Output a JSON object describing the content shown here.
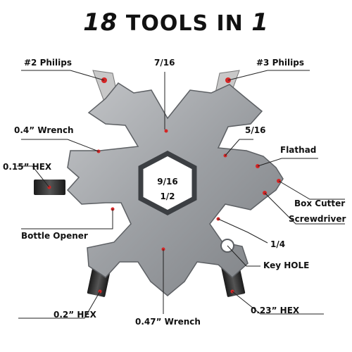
{
  "title": {
    "count": "18",
    "text": "TOOLS IN",
    "one": "1"
  },
  "colors": {
    "steel": "#9c9fa3",
    "steel_dark": "#6e7175",
    "bit_red": "#d42525",
    "hex_black": "#333333",
    "line": "#222222"
  },
  "center": {
    "line1": "9/16",
    "line2": "1/2"
  },
  "labels": {
    "philips2": "#2 Philips",
    "philips3": "#3 Philips",
    "size_7_16": "7/16",
    "wrench_04": "0.4” Wrench",
    "size_5_16": "5/16",
    "flathad": "Flathad",
    "hex_015": "0.15” HEX",
    "box_cutter": "Box Cutter",
    "screwdriver": "Screwdriver",
    "bottle_opener": "Bottle Opener",
    "size_1_4": "1/4",
    "key_hole": "Key HOLE",
    "hex_02": "0.2” HEX",
    "wrench_047": "0.47” Wrench",
    "hex_023": "0.23” HEX"
  }
}
